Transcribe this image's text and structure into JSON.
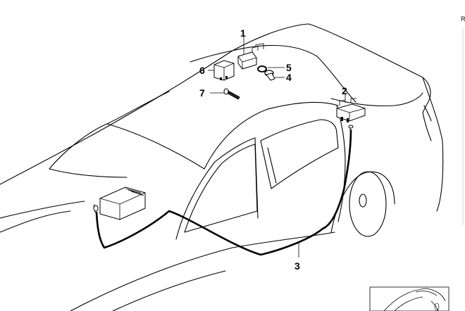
{
  "callouts": [
    {
      "id": "1",
      "label": "1"
    },
    {
      "id": "2",
      "label": "2"
    },
    {
      "id": "3",
      "label": "3"
    },
    {
      "id": "4",
      "label": "4"
    },
    {
      "id": "5",
      "label": "5"
    },
    {
      "id": "6",
      "label": "6"
    },
    {
      "id": "7",
      "label": "7"
    }
  ],
  "edge_letter": "R",
  "colors": {
    "line": "#000000",
    "background": "#ffffff"
  }
}
